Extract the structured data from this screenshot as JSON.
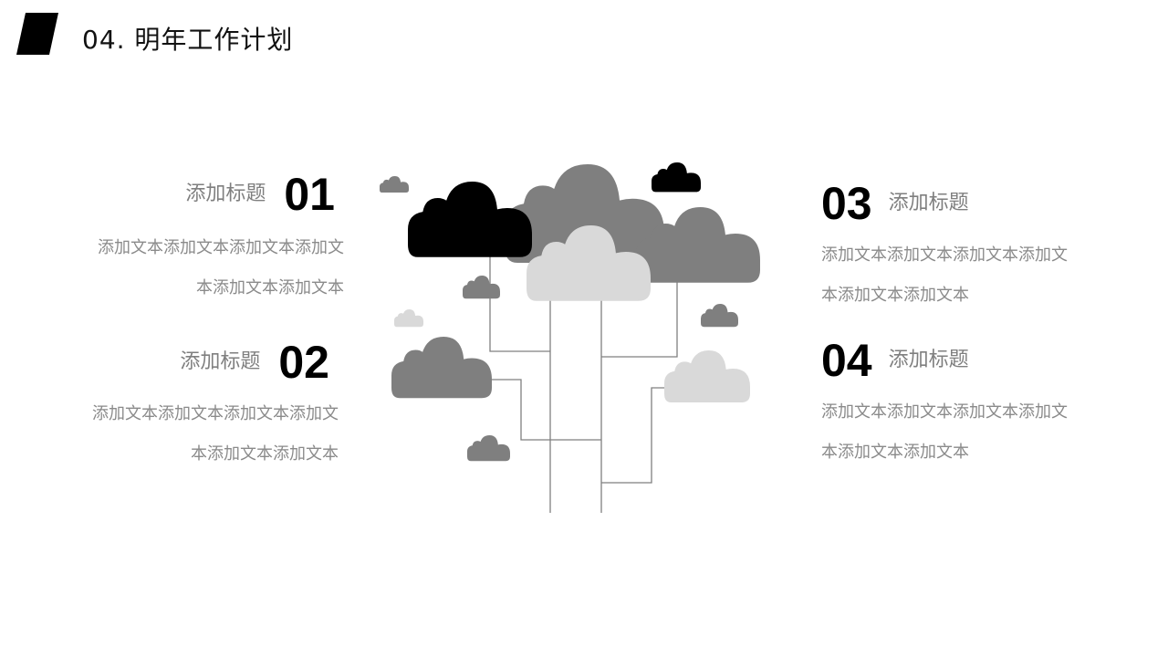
{
  "header": {
    "title": "04. 明年工作计划",
    "mark_color": "#000000"
  },
  "colors": {
    "black": "#000000",
    "dark_gray": "#7f7f7f",
    "light_gray": "#d9d9d9",
    "line": "#7f7f7f",
    "heading_text": "#7f7f7f",
    "body_text": "#8a8a8a"
  },
  "items": [
    {
      "number": "01",
      "heading": "添加标题",
      "line1": "添加文本添加文本添加文本添加文",
      "line2": "本添加文本添加文本"
    },
    {
      "number": "02",
      "heading": "添加标题",
      "line1": "添加文本添加文本添加文本添加文",
      "line2": "本添加文本添加文本"
    },
    {
      "number": "03",
      "heading": "添加标题",
      "line1": "添加文本添加文本添加文本添加文",
      "line2": "本添加文本添加文本"
    },
    {
      "number": "04",
      "heading": "添加标题",
      "line1": "添加文本添加文本添加文本添加文",
      "line2": "本添加文本添加文本"
    }
  ],
  "diagram": {
    "type": "cloud-tree",
    "icons": [
      "cloud-icon"
    ]
  }
}
